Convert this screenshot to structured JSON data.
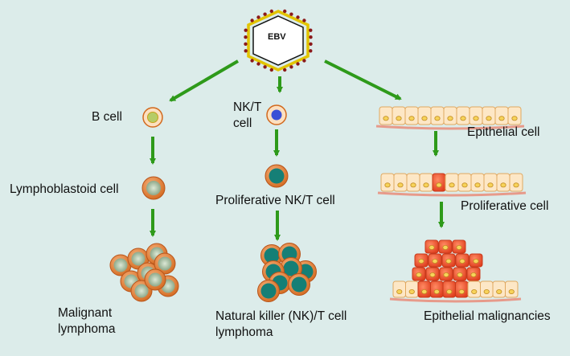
{
  "virus": {
    "label": "EBV"
  },
  "branches": {
    "b_cell": {
      "stage1": "B cell",
      "stage2": "Lymphoblastoid cell",
      "outcome_line1": "Malignant",
      "outcome_line2": "lymphoma"
    },
    "nkt_cell": {
      "stage1_line1": "NK/T",
      "stage1_line2": "cell",
      "stage2": "Proliferative NK/T cell",
      "outcome_line1": "Natural killer (NK)/T cell",
      "outcome_line2": "lymphoma"
    },
    "epithelial": {
      "stage1": "Epithelial cell",
      "stage2": "Proliferative cell",
      "outcome": "Epithelial malignancies"
    }
  },
  "colors": {
    "background": "#dcecea",
    "arrow": "#2e9a1a",
    "virus_capsid": "#e2c400",
    "virus_spike": "#8b1a1a",
    "b_cell_nucleus": "#9fb59b",
    "nk_nucleus": "#157f76",
    "nk_nucleus_early": "#3a4fd6",
    "cell_membrane": "#d2691e",
    "epithelial_fill": "#fde7c6",
    "tumor_fill": "#f05a36"
  }
}
